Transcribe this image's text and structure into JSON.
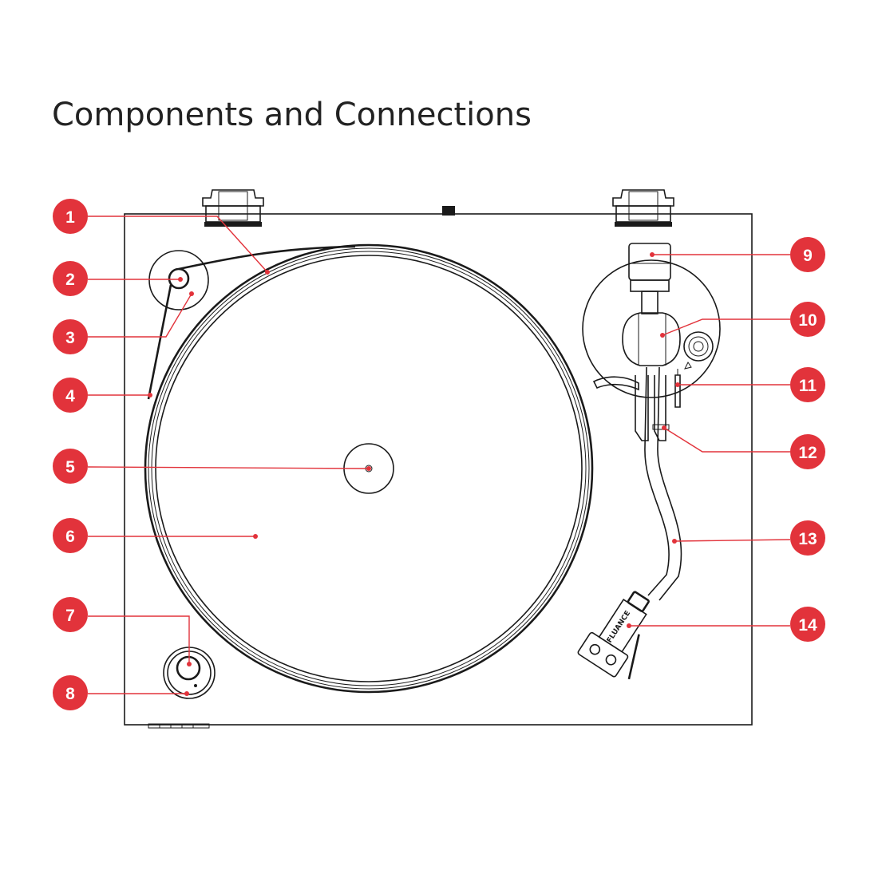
{
  "title": "Components and Connections",
  "accent_color": "#e2333b",
  "brand_label": "FLUANCE",
  "callouts": [
    {
      "number": "1"
    },
    {
      "number": "2"
    },
    {
      "number": "3"
    },
    {
      "number": "4"
    },
    {
      "number": "5"
    },
    {
      "number": "6"
    },
    {
      "number": "7"
    },
    {
      "number": "8"
    },
    {
      "number": "9"
    },
    {
      "number": "10"
    },
    {
      "number": "11"
    },
    {
      "number": "12"
    },
    {
      "number": "13"
    },
    {
      "number": "14"
    }
  ]
}
